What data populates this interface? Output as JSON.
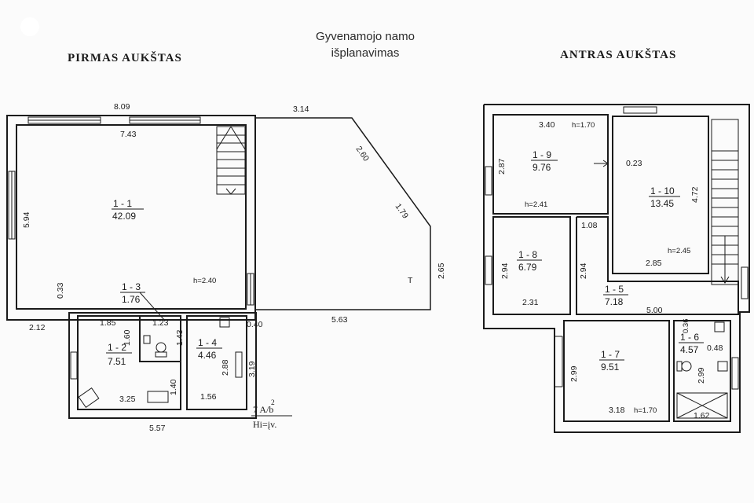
{
  "header": {
    "title_line1": "Gyvenamojo namo",
    "title_line2": "išplanavimas"
  },
  "floors": {
    "first": {
      "label": "PIRMAS AUKŠTAS",
      "rooms": [
        {
          "id": "1 - 1",
          "area": "42.09"
        },
        {
          "id": "1 - 2",
          "area": "7.51"
        },
        {
          "id": "1 - 3",
          "area": "1.76"
        },
        {
          "id": "1 - 4",
          "area": "4.46"
        }
      ],
      "dimensions": [
        "8.09",
        "7.43",
        "5.94",
        "0.33",
        "2.12",
        "1.85",
        "1.60",
        "1.23",
        "1.43",
        "2.88",
        "3.19",
        "0.40",
        "1.40",
        "3.25",
        "1.56",
        "5.57",
        "3.14",
        "2.60",
        "1.79",
        "2.65",
        "5.63"
      ],
      "heights": [
        "h=2.40"
      ],
      "terrace_mark": "T",
      "stamp_line1": "7 A/b",
      "stamp_sup": "2",
      "stamp_line2": "Hi=įv."
    },
    "second": {
      "label": "ANTRAS AUKŠTAS",
      "rooms": [
        {
          "id": "1 - 9",
          "area": "9.76"
        },
        {
          "id": "1 - 10",
          "area": "13.45"
        },
        {
          "id": "1 - 8",
          "area": "6.79"
        },
        {
          "id": "1 - 5",
          "area": "7.18"
        },
        {
          "id": "1 - 7",
          "area": "9.51"
        },
        {
          "id": "1 - 6",
          "area": "4.57"
        }
      ],
      "dimensions": [
        "3.40",
        "2.87",
        "0.23",
        "4.72",
        "1.08",
        "2.94",
        "2.94",
        "2.31",
        "2.85",
        "5.00",
        "2.99",
        "3.18",
        "0.36",
        "0.48",
        "2.99",
        "1.62"
      ],
      "heights": [
        "h=1.70",
        "h=2.41",
        "h=2.45",
        "h=1.70"
      ]
    }
  }
}
